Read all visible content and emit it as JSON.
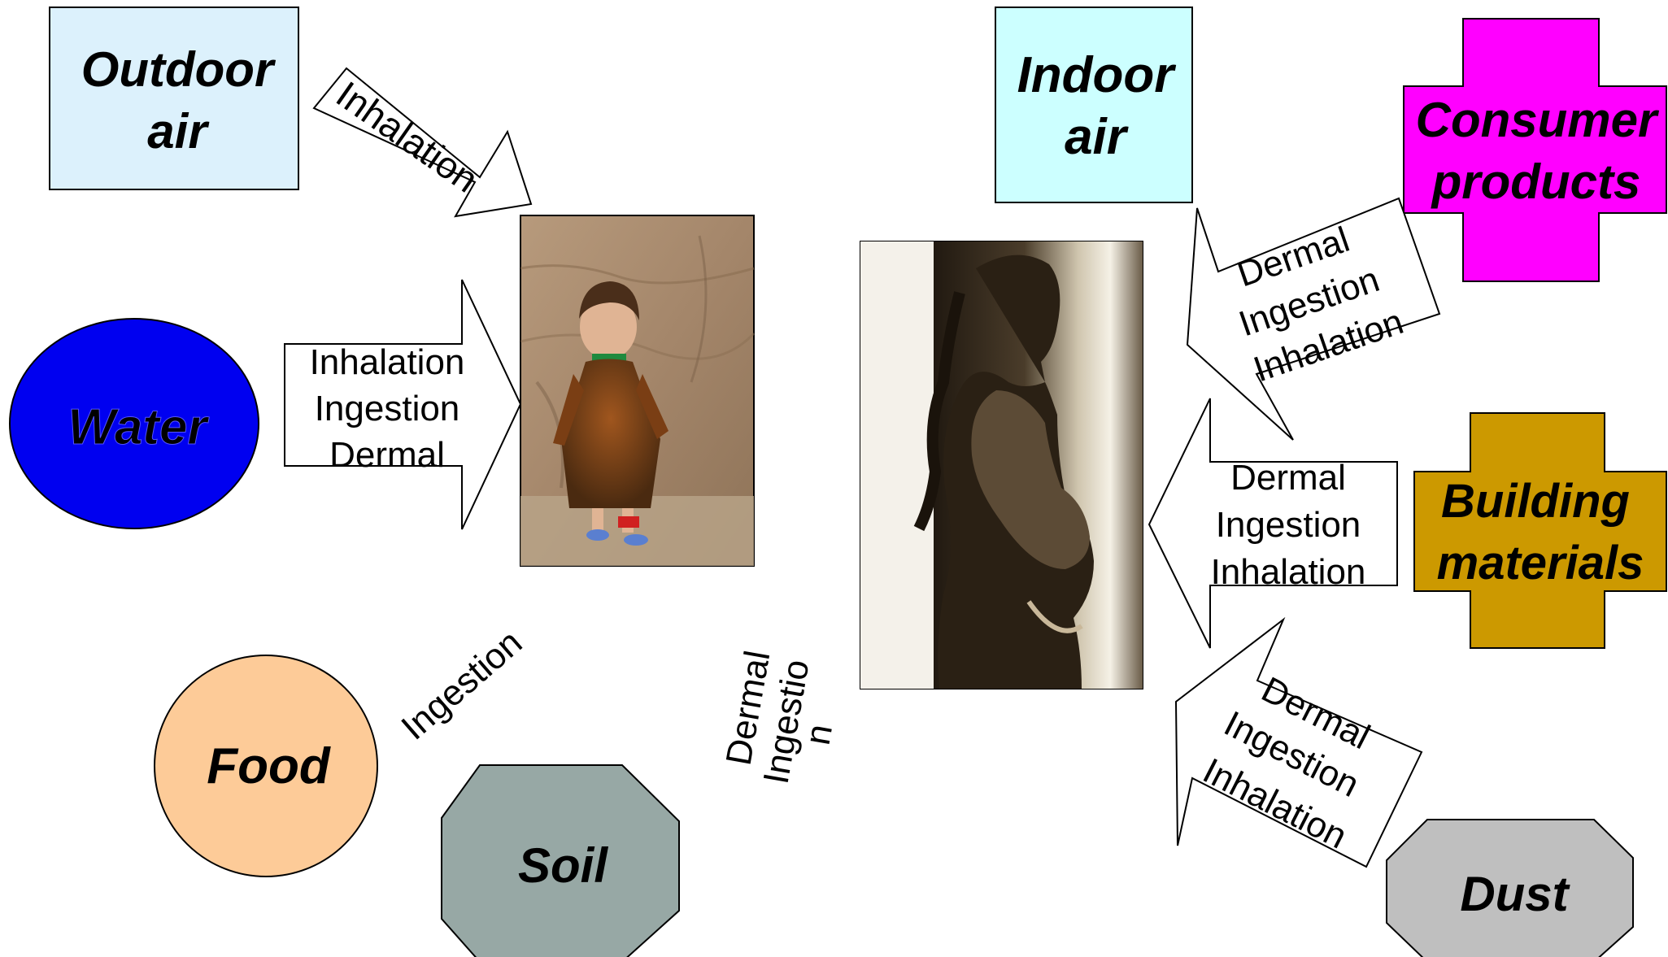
{
  "sources": {
    "outdoor_air": {
      "line1": "Outdoor",
      "line2": "air",
      "color": "#DCF1FC"
    },
    "water": {
      "label": "Water",
      "color": "#0000F0"
    },
    "food": {
      "label": "Food",
      "color": "#FDCB98"
    },
    "soil": {
      "label": "Soil",
      "color": "#97A8A5"
    },
    "indoor_air": {
      "line1": "Indoor",
      "line2": "air",
      "color": "#CCFFFF"
    },
    "consumer_products": {
      "line1": "Consumer",
      "line2": "products",
      "color": "#FF00FF"
    },
    "building_materials": {
      "line1": "Building",
      "line2": "materials",
      "color": "#CC9900"
    },
    "dust": {
      "label": "Dust",
      "color": "#BFBFBF"
    }
  },
  "routes": {
    "outdoor_to_child": [
      "Inhalation"
    ],
    "water_to_child": [
      "Inhalation",
      "Ingestion",
      "Dermal"
    ],
    "food_to_child": [
      "Ingestion"
    ],
    "soil_to_child": [
      "Dermal",
      "Ingestio",
      "n"
    ],
    "consumer_to_mother": [
      "Dermal",
      "Ingestion",
      "Inhalation"
    ],
    "building_to_mother": [
      "Dermal",
      "Ingestion",
      "Inhalation"
    ],
    "dust_to_mother": [
      "Dermal",
      "Ingestion",
      "Inhalation"
    ]
  },
  "receptors": {
    "child": "child-photo",
    "mother": "pregnant-woman-photo"
  }
}
